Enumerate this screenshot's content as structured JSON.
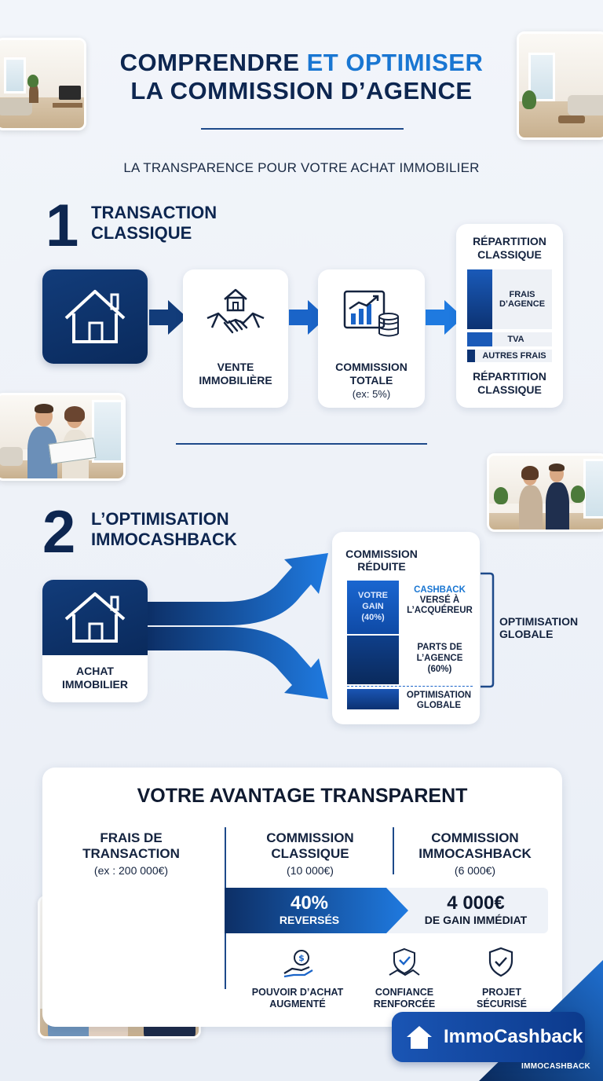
{
  "header": {
    "title_part1": "COMPRENDRE ",
    "title_part2": "ET OPTIMISER",
    "title_line2": "LA COMMISSION D’AGENCE",
    "subtitle": "LA TRANSPARENCE POUR VOTRE ACHAT IMMOBILIER"
  },
  "section1": {
    "number": "1",
    "title_line1": "TRANSACTION",
    "title_line2": "CLASSIQUE",
    "steps": [
      {
        "label_line1": "VENTE",
        "label_line2": "IMMOBILIÈRE",
        "icon": "house-handshake-icon"
      },
      {
        "label_line1": "COMMISSION",
        "label_line2": "TOTALE",
        "note": "(ex: 5%)",
        "icon": "chart-coins-icon"
      }
    ],
    "breakdown": {
      "title_line1": "RÉPARTITION",
      "title_line2": "CLASSIQUE",
      "segments": [
        {
          "label_line1": "FRAIS",
          "label_line2": "D’AGENCE"
        },
        {
          "label_line1": "TVA"
        },
        {
          "label_line1": "AUTRES FRAIS"
        }
      ],
      "footer_line1": "RÉPARTITION",
      "footer_line2": "CLASSIQUE"
    }
  },
  "section2": {
    "number": "2",
    "title_line1": "L’OPTIMISATION",
    "title_line2": "IMMOCASHBACK",
    "source": {
      "label_line1": "ACHAT",
      "label_line2": "IMMOBILIER",
      "icon": "house-icon"
    },
    "commission": {
      "title_line1": "COMMISSION",
      "title_line2": "RÉDUITE",
      "gain_line1": "VOTRE",
      "gain_line2": "GAIN",
      "gain_line3": "(40%)",
      "cashback_line1": "CASHBACK",
      "cashback_line2": "VERSÉ À",
      "cashback_line3": "L’ACQUÉREUR",
      "agency_line1": "PARTS DE",
      "agency_line2": "L’AGENCE",
      "agency_line3": "(60%)",
      "bottom_line1": "OPTIMISATION",
      "bottom_line2": "GLOBALE"
    },
    "side_label_line1": "OPTIMISATION",
    "side_label_line2": "GLOBALE"
  },
  "advantage": {
    "title": "VOTRE AVANTAGE TRANSPARENT",
    "columns": [
      {
        "head_line1": "FRAIS DE",
        "head_line2": "TRANSACTION",
        "sub": "(ex : 200 000€)"
      },
      {
        "head_line1": "COMMISSION",
        "head_line2": "CLASSIQUE",
        "sub": "(10 000€)"
      },
      {
        "head_line1": "COMMISSION",
        "head_line2": "IMMOCASHBACK",
        "sub": "(6 000€)"
      }
    ],
    "percent": "40%",
    "percent_label": "REVERSÉS",
    "amount": "4 000€",
    "amount_label": "DE GAIN IMMÉDIAT",
    "benefits": [
      {
        "line1": "POUVOIR D’ACHAT",
        "line2": "AUGMENTÉ",
        "icon": "hand-money-icon"
      },
      {
        "line1": "CONFIANCE",
        "line2": "RENFORCÉE",
        "icon": "shield-handshake-icon"
      },
      {
        "line1": "PROJET",
        "line2": "SÉCURISÉ",
        "icon": "shield-check-icon"
      }
    ]
  },
  "brand": {
    "name": "ImmoCashback",
    "small": "IMMOCASHBACK"
  },
  "colors": {
    "navy": "#0d2650",
    "accent_blue": "#1976d2",
    "card_dark": "#0a2a5c"
  }
}
